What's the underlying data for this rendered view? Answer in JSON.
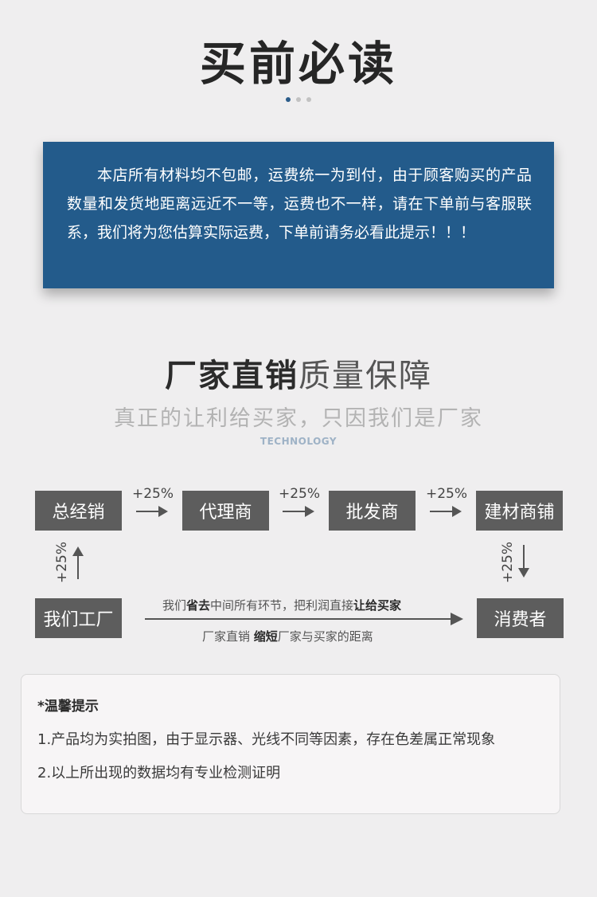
{
  "header": {
    "title": "买前必读",
    "dots": 3,
    "active_dot": 0,
    "accent_color": "#2b5c8a"
  },
  "notice": {
    "text": "本店所有材料均不包邮，运费统一为到付，由于顾客购买的产品数量和发货地距离远近不一等，运费也不一样，请在下单前与客服联系，我们将为您估算实际运费，下单前请务必看此提示！！！",
    "background": "#235b8b"
  },
  "section": {
    "title_bold": "厂家直销",
    "title_light": "质量保障",
    "subtitle": "真正的让利给买家，只因我们是厂家",
    "tag": "TECHNOLOGY"
  },
  "flow": {
    "boxes": {
      "general_distributor": "总经销",
      "agent": "代理商",
      "wholesaler": "批发商",
      "building_store": "建材商铺",
      "factory": "我们工厂",
      "consumer": "消费者"
    },
    "markups": [
      "+25%",
      "+25%",
      "+25%",
      "+25%",
      "+25%"
    ],
    "direct_line1": {
      "p1": "我们",
      "b1": "省去",
      "p2": "中间所有环节，把利润直接",
      "b2": "让给买家"
    },
    "direct_line2": {
      "p1": "厂家直销 ",
      "b1": "缩短",
      "p2": "厂家与买家的距离"
    },
    "box_color": "#5d5d5d"
  },
  "tips": {
    "title": "*温馨提示",
    "lines": [
      "1.产品均为实拍图，由于显示器、光线不同等因素，存在色差属正常现象",
      "2.以上所出现的数据均有专业检测证明"
    ]
  }
}
